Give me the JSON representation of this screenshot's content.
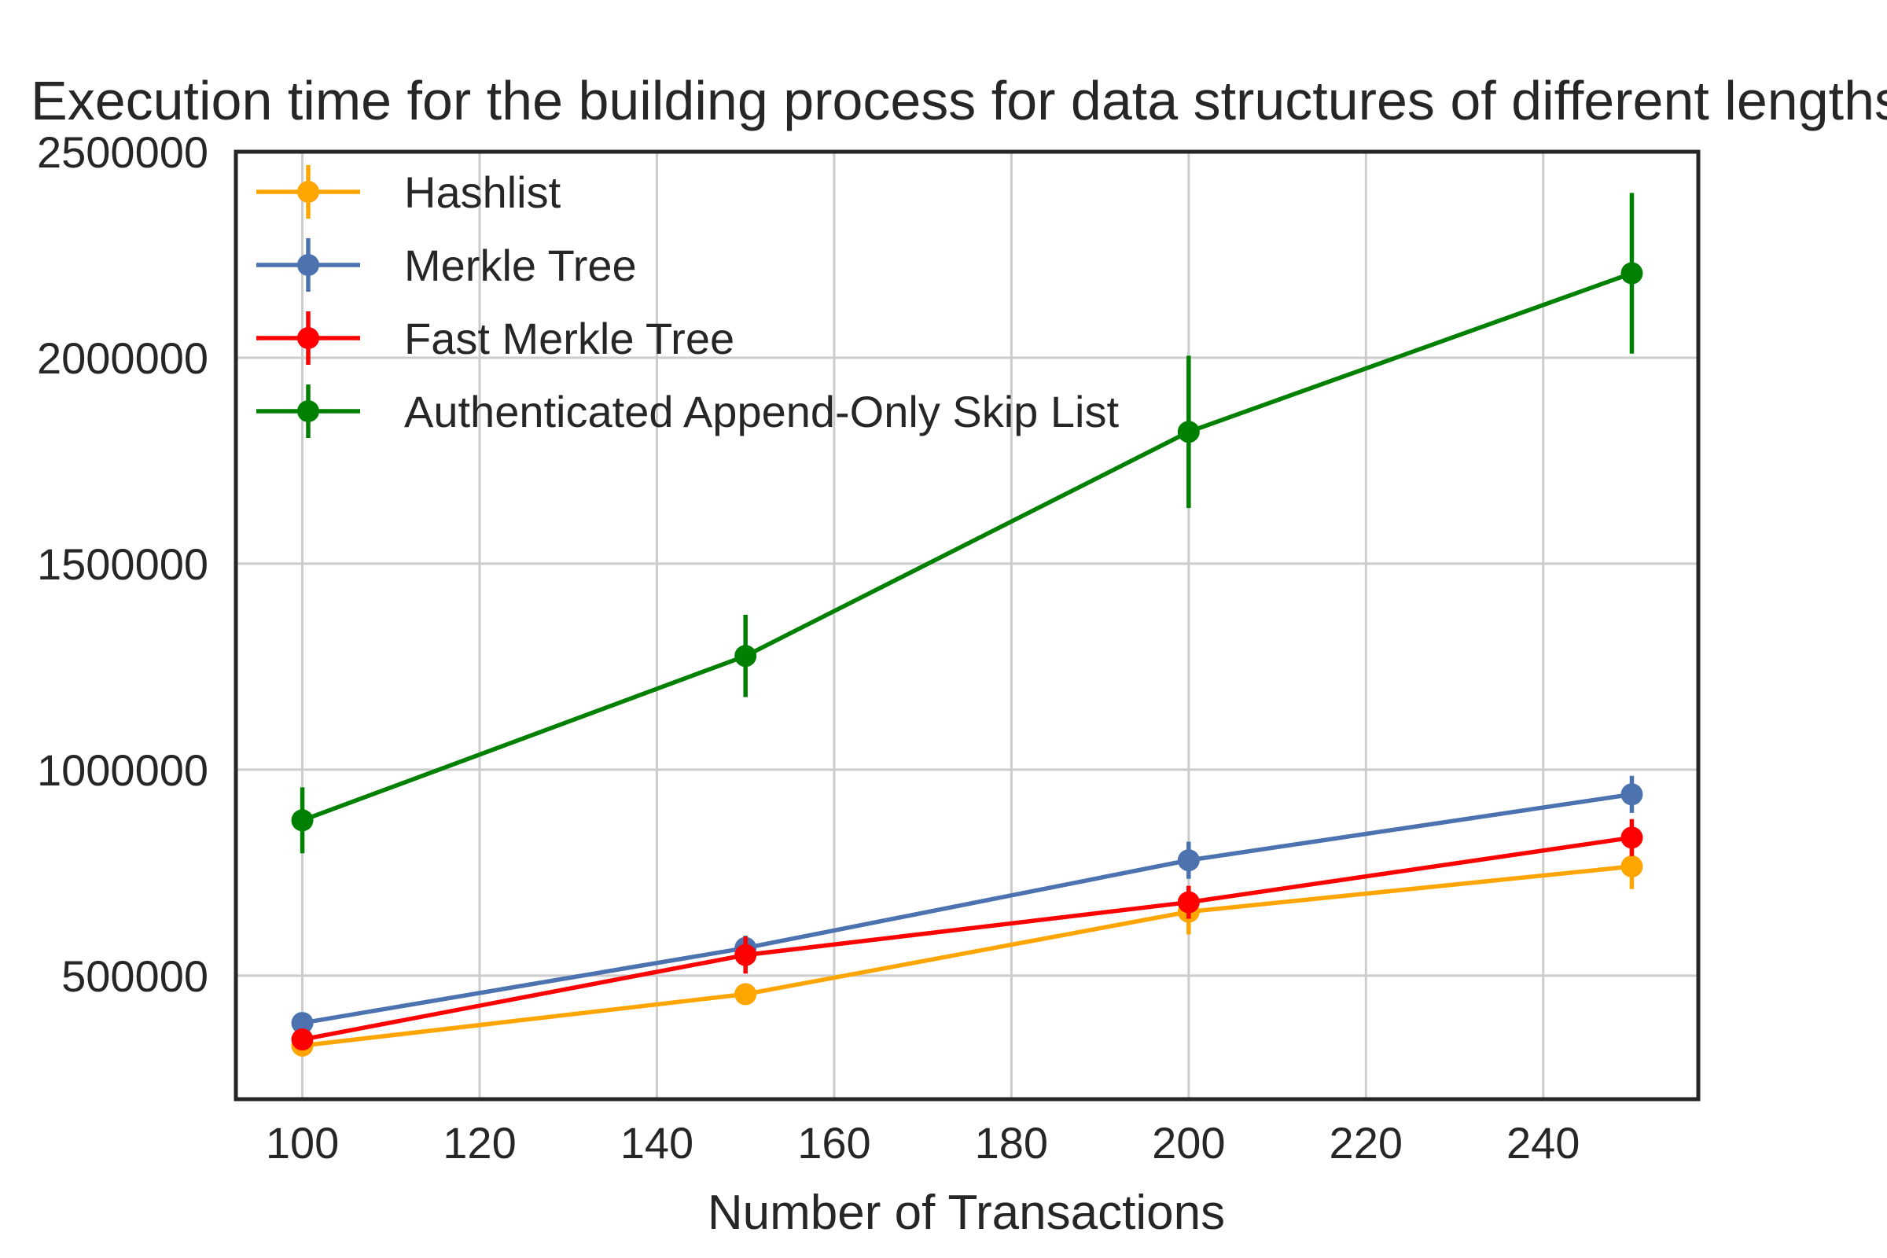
{
  "chart_data": {
    "type": "line",
    "title": "Execution time for the building process for data structures of different lengths",
    "xlabel": "Number of Transactions",
    "ylabel": "",
    "x": [
      100,
      150,
      200,
      250
    ],
    "xlim": [
      92.5,
      257.5
    ],
    "ylim": [
      200000,
      2500000
    ],
    "xticks": [
      100,
      120,
      140,
      160,
      180,
      200,
      220,
      240
    ],
    "yticks": [
      500000,
      1000000,
      1500000,
      2000000,
      2500000
    ],
    "xtick_labels": [
      "100",
      "120",
      "140",
      "160",
      "180",
      "200",
      "220",
      "240"
    ],
    "ytick_labels": [
      "500000",
      "1000000",
      "1500000",
      "2000000",
      "2500000"
    ],
    "grid": true,
    "legend_position": "top-left",
    "series": [
      {
        "name": "Hashlist",
        "color": "#ffa500",
        "values": [
          330000,
          455000,
          655000,
          765000
        ],
        "errors": [
          15000,
          25000,
          55000,
          55000
        ]
      },
      {
        "name": "Merkle Tree",
        "color": "#4c72b0",
        "values": [
          385000,
          567000,
          780000,
          940000
        ],
        "errors": [
          15000,
          30000,
          45000,
          45000
        ]
      },
      {
        "name": "Fast Merkle Tree",
        "color": "#ff0000",
        "values": [
          345000,
          550000,
          678000,
          835000
        ],
        "errors": [
          15000,
          45000,
          40000,
          45000
        ]
      },
      {
        "name": "Authenticated Append-Only Skip List",
        "color": "#008000",
        "values": [
          877000,
          1276000,
          1820000,
          2205000
        ],
        "errors": [
          80000,
          100000,
          185000,
          195000
        ]
      }
    ]
  }
}
